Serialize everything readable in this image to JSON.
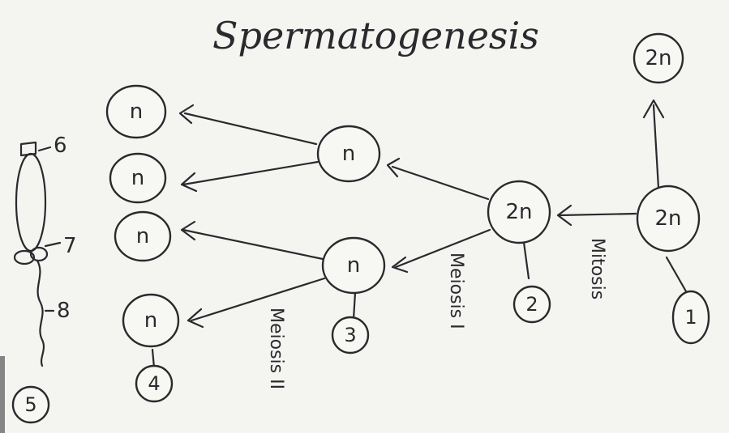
{
  "title": "Spermatogenesis",
  "cells": {
    "spermatogonium": "2n",
    "spermatogonium_copy": "2n",
    "primary": "2n",
    "secondary_top": "n",
    "secondary_bottom": "n",
    "spermatid_1": "n",
    "spermatid_2": "n",
    "spermatid_3": "n",
    "spermatid_4": "n"
  },
  "stages": {
    "mitosis": "Mitosis",
    "meiosis1": "Meiosis I",
    "meiosis2": "Meiosis II"
  },
  "callouts": {
    "c1": "1",
    "c2": "2",
    "c3": "3",
    "c4": "4",
    "c5": "5"
  },
  "sperm_labels": {
    "l6": "6",
    "l7": "7",
    "l8": "8"
  }
}
